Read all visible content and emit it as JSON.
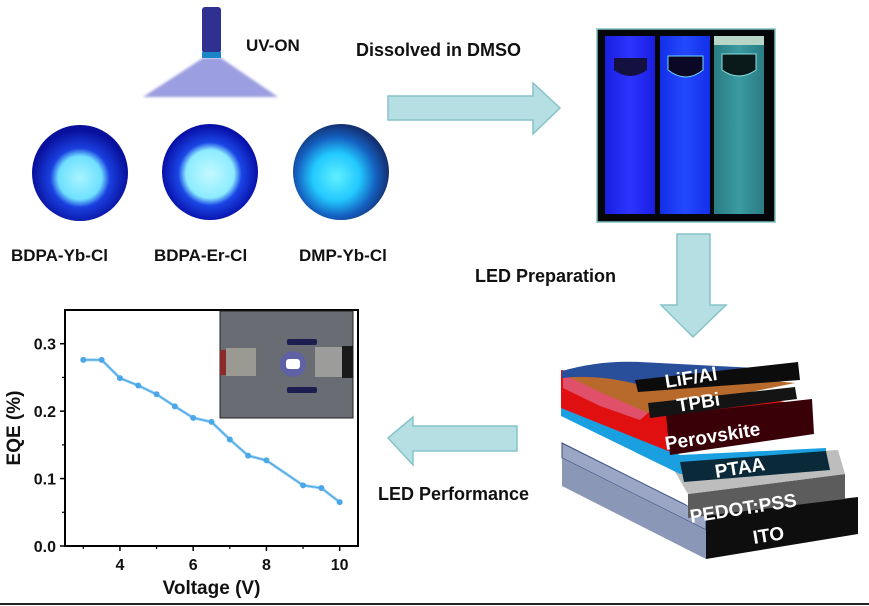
{
  "uv_lamp": {
    "label": "UV-ON",
    "tube_color": "#2e3190",
    "band_color": "#1a86c8",
    "beam_color": "#9b9ee0"
  },
  "samples": [
    {
      "name": "BDPA-Yb-Cl",
      "bg": "#0a12b0",
      "glow": "#7fe8ff"
    },
    {
      "name": "BDPA-Er-Cl",
      "bg": "#0a14b8",
      "glow": "#9ff0ff"
    },
    {
      "name": "DMP-Yb-Cl",
      "bg": "#163a8c",
      "glow": "#3fd6ff"
    }
  ],
  "steps": {
    "dissolve": "Dissolved in DMSO",
    "preparation": "LED Preparation",
    "performance": "LED Performance"
  },
  "arrow_color": {
    "fill": "#b5dfe2",
    "stroke": "#86c3c8"
  },
  "cuvettes": [
    {
      "name": "BDPA-Yb-Cl solution",
      "color": "#2a30ff"
    },
    {
      "name": "BDPA-Er-Cl solution",
      "color": "#1c3cff"
    },
    {
      "name": "DMP-Yb-Cl solution",
      "color": "#3a9aa0"
    }
  ],
  "device_stack": {
    "layers": [
      {
        "name": "LiF/Al",
        "top": "#2a4f9a",
        "side": "#0c0c0c"
      },
      {
        "name": "TPBi",
        "top": "#b86a2c",
        "side": "#151515"
      },
      {
        "name": "Perovskite",
        "top": "#e01010",
        "side": "#3a0008"
      },
      {
        "name": "PTAA",
        "top": "#1aa0e0",
        "side": "#0a2a3a"
      },
      {
        "name": "PEDOT:PSS",
        "top": "#ffffff",
        "side": "#5a5a5a"
      },
      {
        "name": "ITO",
        "top": "#9aa6c4",
        "side": "#101010"
      }
    ]
  },
  "chart_data": {
    "type": "line",
    "title": "",
    "xlabel": "Voltage (V)",
    "ylabel": "EQE (%)",
    "xlim": [
      2.5,
      10.5
    ],
    "ylim": [
      0.0,
      0.35
    ],
    "xticks": [
      4,
      6,
      8,
      10
    ],
    "xtick_labels": [
      "4",
      "6",
      "8",
      "10"
    ],
    "x_minor_ticks": [
      3,
      5,
      7,
      9
    ],
    "yticks": [
      0.0,
      0.1,
      0.2,
      0.3
    ],
    "ytick_labels": [
      "0.0",
      "0.1",
      "0.2",
      "0.3"
    ],
    "y_minor_ticks": [
      0.05,
      0.15,
      0.25
    ],
    "grid": false,
    "series": [
      {
        "name": "EQE",
        "color": "#4aa8e8",
        "x": [
          3,
          3.5,
          4,
          4.5,
          5,
          5.5,
          6,
          6.5,
          7,
          7.5,
          8,
          9,
          9.5,
          10
        ],
        "y": [
          0.276,
          0.276,
          0.249,
          0.238,
          0.225,
          0.207,
          0.19,
          0.184,
          0.158,
          0.134,
          0.127,
          0.09,
          0.086,
          0.065
        ]
      }
    ],
    "inset": "photo of operating blue LED device"
  }
}
